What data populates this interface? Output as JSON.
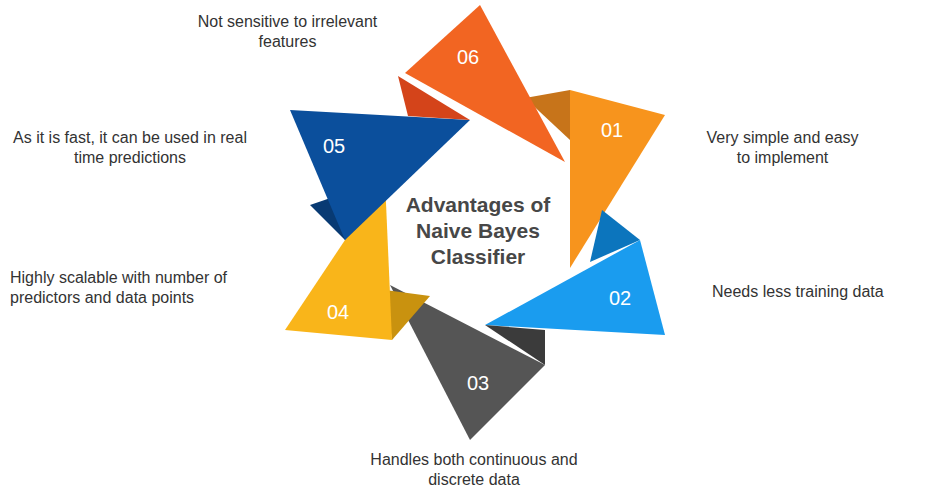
{
  "diagram": {
    "title": "Advantages of Naive Bayes Classifier",
    "nodes": [
      {
        "text": [
          "01",
          "Very simple and easy to implement"
        ]
      },
      {
        "text": [
          "02",
          "Needs less training data"
        ]
      },
      {
        "text": [
          "03",
          "Handles both continuous and discrete data"
        ]
      },
      {
        "text": [
          "04",
          "Highly scalable with number of predictors and data points"
        ]
      },
      {
        "text": [
          "05",
          "As it is fast, it can be used in real time predictions"
        ]
      },
      {
        "text": [
          "06",
          "Not sensitive to irrelevant features"
        ]
      }
    ]
  }
}
